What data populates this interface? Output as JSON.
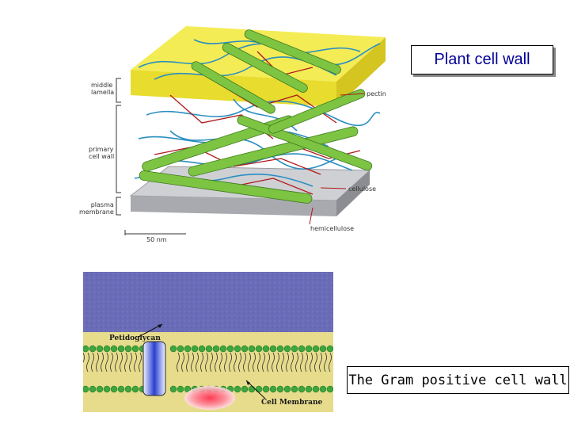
{
  "plant_wall": {
    "title": "Plant cell wall",
    "labels": {
      "middle_lamella": [
        "middle",
        "lamella"
      ],
      "primary_cell_wall": [
        "primary",
        "cell wall"
      ],
      "plasma_membrane": [
        "plasma",
        "membrane"
      ],
      "pectin": "pectin",
      "cellulose": "cellulose",
      "hemicellulose": "hemicellulose",
      "scale": "50 nm"
    }
  },
  "gram_positive": {
    "caption": "The Gram positive cell wall",
    "labels": {
      "peptidoglycan": "Petidoglycan",
      "cell_membrane": "Cell Membrane"
    }
  },
  "colors": {
    "middle_lamella": "#f2e84a",
    "cellulose_fibril": "#7cc442",
    "pectin_strand": "#2a8fc0",
    "hemicellulose_strand": "#b01818",
    "peptidoglycan_layer": "#6a6cb8",
    "membrane_band": "#e6dc8c",
    "lipid_head": "#3da63d",
    "caption_title": "#000099"
  }
}
